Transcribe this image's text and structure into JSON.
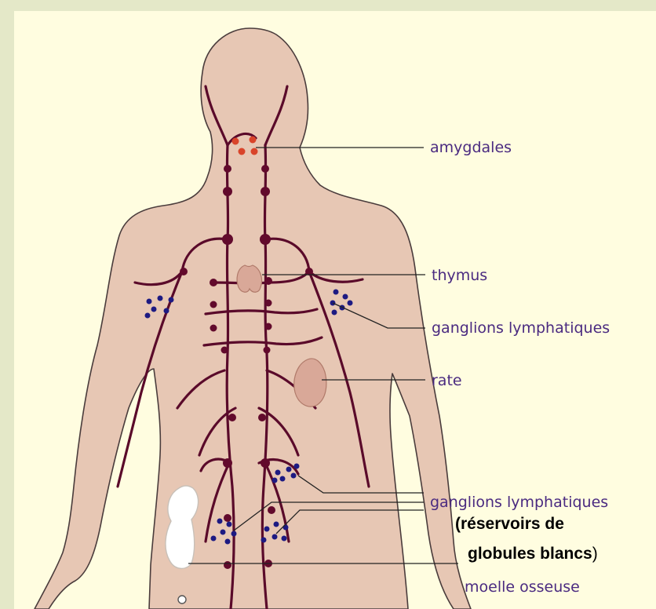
{
  "colors": {
    "background": "#fffde0",
    "frame": "#e4e8c8",
    "skin": "#e7c7b4",
    "outline": "#4a3c3c",
    "vessel": "#5a0a2a",
    "node_dark": "#620a2c",
    "node_blue": "#1d1a82",
    "tonsil": "#d9442a",
    "organ": "#d9a898",
    "bone_marrow": "#ffffff",
    "label_text": "#4a2a80",
    "leader_line": "#222222"
  },
  "labels": {
    "tonsils": "amygdales",
    "thymus": "thymus",
    "lymph_nodes_upper": "ganglions lymphatiques",
    "spleen": "rate",
    "lymph_nodes_lower": "ganglions lymphatiques",
    "bone_marrow": "moelle osseuse"
  },
  "note": {
    "line1": "(réservoirs de",
    "line2_bold": "globules blancs",
    "line2_tail": ")"
  }
}
